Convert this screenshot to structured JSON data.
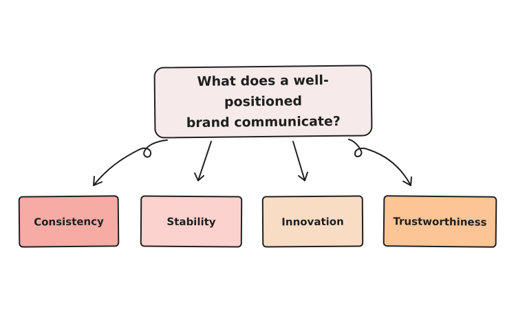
{
  "question": {
    "line1": "What does a well-positioned",
    "line2": "brand communicate?"
  },
  "answers": [
    {
      "label": "Consistency"
    },
    {
      "label": "Stability"
    },
    {
      "label": "Innovation"
    },
    {
      "label": "Trustworthiness"
    }
  ],
  "colors": {
    "question_fill": "#f6ebea",
    "consistency_fill": "#f6aba5",
    "stability_fill": "#fbd2ce",
    "innovation_fill": "#f9dcc4",
    "trustworthiness_fill": "#fcc596",
    "stroke": "#1f1f1f"
  }
}
